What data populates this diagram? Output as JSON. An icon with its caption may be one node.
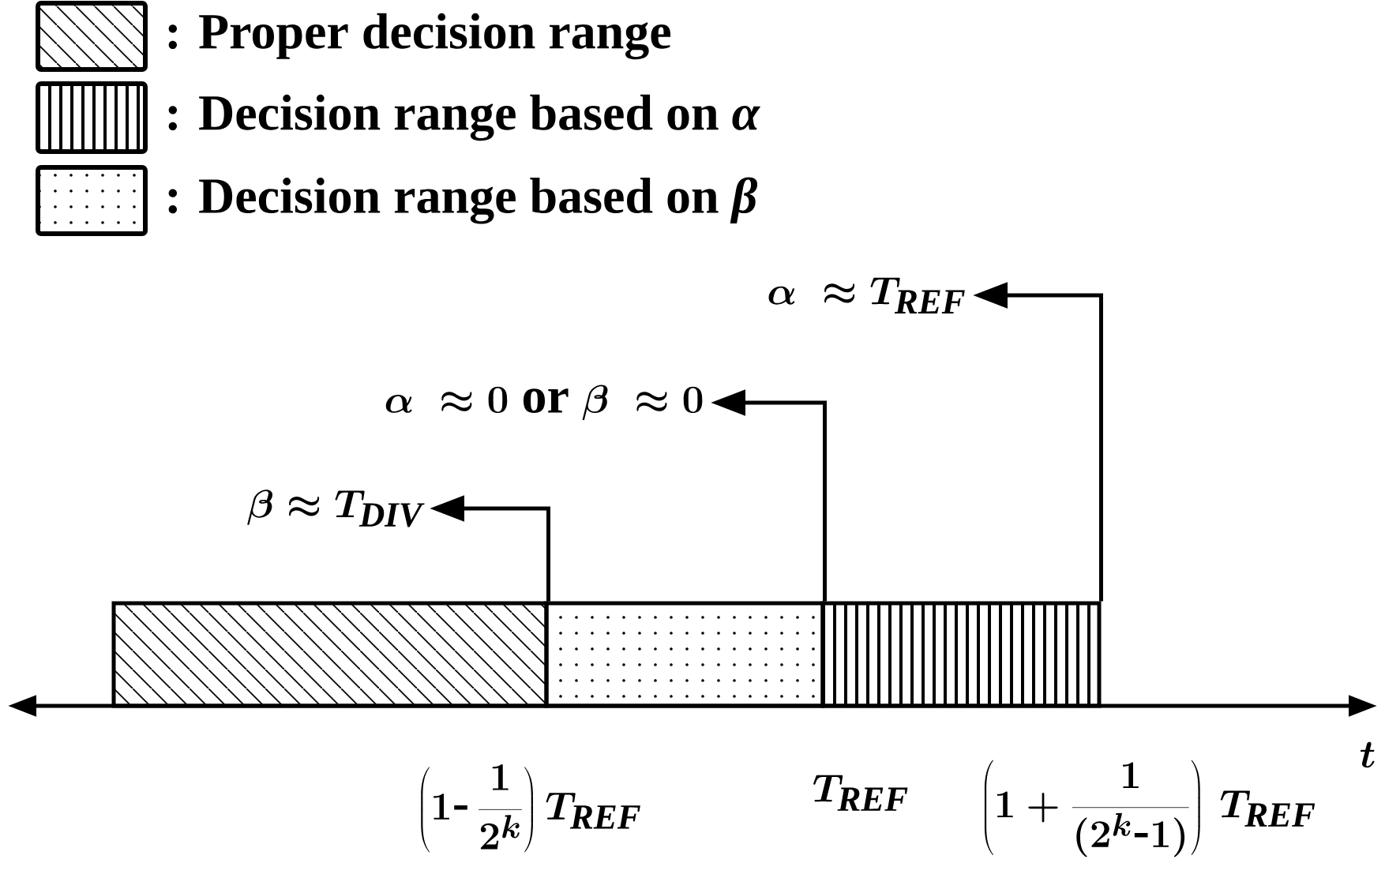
{
  "diagram": {
    "nodes": [
      {
        "text": [],
        "shape": "bar"
      },
      {
        "text": [],
        "shape": "bar"
      },
      {
        "text": [],
        "shape": "bar"
      },
      {
        "text": [
          "\\beta\\approx T_{\\mathit{DIV}}"
        ]
      },
      {
        "text": [
          "\\alpha\\;\\approx 0\\mbox{ or }\\beta\\;\\approx 0"
        ]
      },
      {
        "text": [
          "\\alpha\\;\\approx T_{\\mathit{REF}}"
        ]
      }
    ],
    "edges": [
      {
        "from": 0,
        "to": 3,
        "arrow": "to"
      },
      {
        "from": 1,
        "to": 4,
        "arrow": "to"
      },
      {
        "from": 2,
        "to": 5,
        "arrow": "to"
      }
    ],
    "labels": [
      "\\left(1\\mbox{-}\\,\\frac{1}{2^{k}}\\right)T_{\\mathit{REF}}",
      "T_{\\mathit{REF}}",
      "\\left(1+\\frac{1}{(2^{k}\\mbox{-}1)}\\right)\\,T_{\\mathit{REF}}",
      "t"
    ],
    "legend": [
      {
        "text": ": Proper decision range"
      },
      {
        "text": ": Decision range based on *α*"
      },
      {
        "text": ": Decision range based on *β*"
      }
    ]
  }
}
